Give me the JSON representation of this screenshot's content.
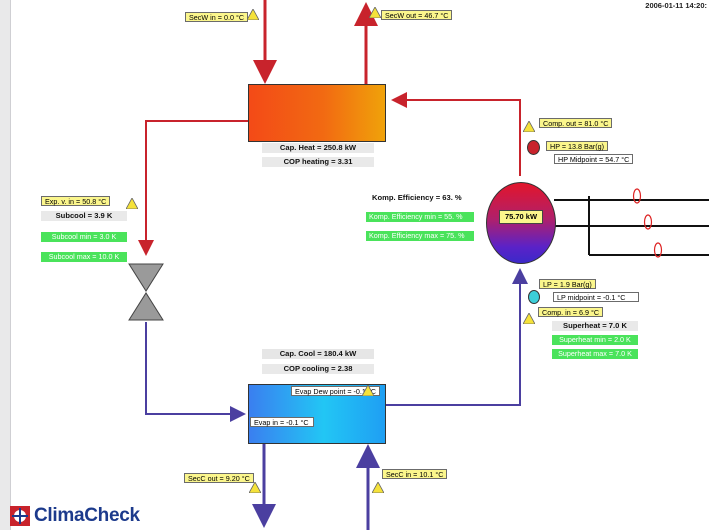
{
  "header": {
    "timestamp": "2006-01-11 14:20:"
  },
  "logo": {
    "text": "ClimaCheck",
    "brand_color": "#1c3a8c",
    "mark_color": "#c8232c"
  },
  "colors": {
    "hot_pipe": "#c8232c",
    "cold_pipe": "#4b3fa0",
    "label_yellow": "#fbf68c",
    "label_green": "#4ae35b"
  },
  "condenser": {
    "secw_in": "SecW in = 0.0 °C",
    "secw_out": "SecW out = 46.7 °C",
    "cap_heat": "Cap. Heat = 250.8 kW",
    "cop_heating": "COP heating = 3.31"
  },
  "expansion": {
    "exp_v_in": "Exp. v. in = 50.8 °C",
    "subcool": "Subcool = 3.9 K",
    "subcool_min": "Subcool min = 3.0 K",
    "subcool_max": "Subcool max = 10.0 K"
  },
  "compressor": {
    "power": "75.70 kW",
    "comp_out": "Comp. out = 81.0 °C",
    "hp": "HP = 13.8 Bar(g)",
    "hp_midpoint": "HP Midpoint = 54.7 °C",
    "komp_eff": "Komp. Efficiency = 63. %",
    "komp_eff_min": "Komp. Efficiency min = 55. %",
    "komp_eff_max": "Komp. Efficiency max = 75. %",
    "lp": "LP = 1.9 Bar(g)",
    "lp_midpoint": "LP midpoint = -0.1 °C",
    "comp_in": "Comp. in = 6.9 °C",
    "superheat": "Superheat = 7.0 K",
    "superheat_min": "Superheat min = 2.0 K",
    "superheat_max": "Superheat max = 7.0 K"
  },
  "evaporator": {
    "cap_cool": "Cap. Cool = 180.4 kW",
    "cop_cooling": "COP cooling = 2.38",
    "evap_dew_point": "Evap Dew point = -0.1 °C",
    "evap_in": "Evap in = -0.1 °C",
    "secc_out": "SecC out = 9.20 °C",
    "secc_in": "SecC in = 10.1 °C"
  }
}
